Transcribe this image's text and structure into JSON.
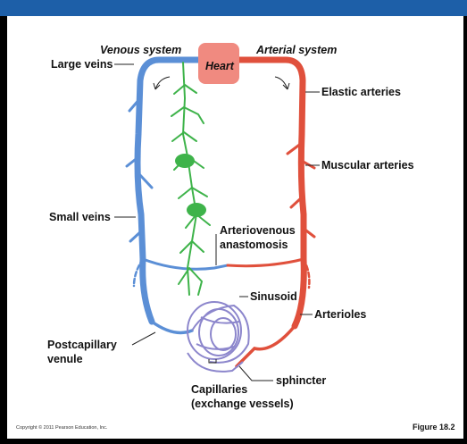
{
  "diagram": {
    "venous_system": "Venous system",
    "arterial_system": "Arterial system",
    "heart": "Heart",
    "labels": {
      "large_veins": "Large veins",
      "elastic_arteries": "Elastic arteries",
      "muscular_arteries": "Muscular arteries",
      "small_veins": "Small veins",
      "arteriovenous_1": "Arteriovenous",
      "arteriovenous_2": "anastomosis",
      "sinusoid": "Sinusoid",
      "arterioles": "Arterioles",
      "postcapillary_1": "Postcapillary",
      "postcapillary_2": "venule",
      "sphincter": "sphincter",
      "capillaries_1": "Capillaries",
      "capillaries_2": "(exchange vessels)"
    },
    "copyright": "Copyright © 2011 Pearson Education, Inc.",
    "figure": "Figure 18.2",
    "colors": {
      "vein": "#5b8fd6",
      "artery": "#e0503c",
      "heart": "#f08a80",
      "lymph": "#3eb34a",
      "capillary": "#8c86cc"
    }
  }
}
